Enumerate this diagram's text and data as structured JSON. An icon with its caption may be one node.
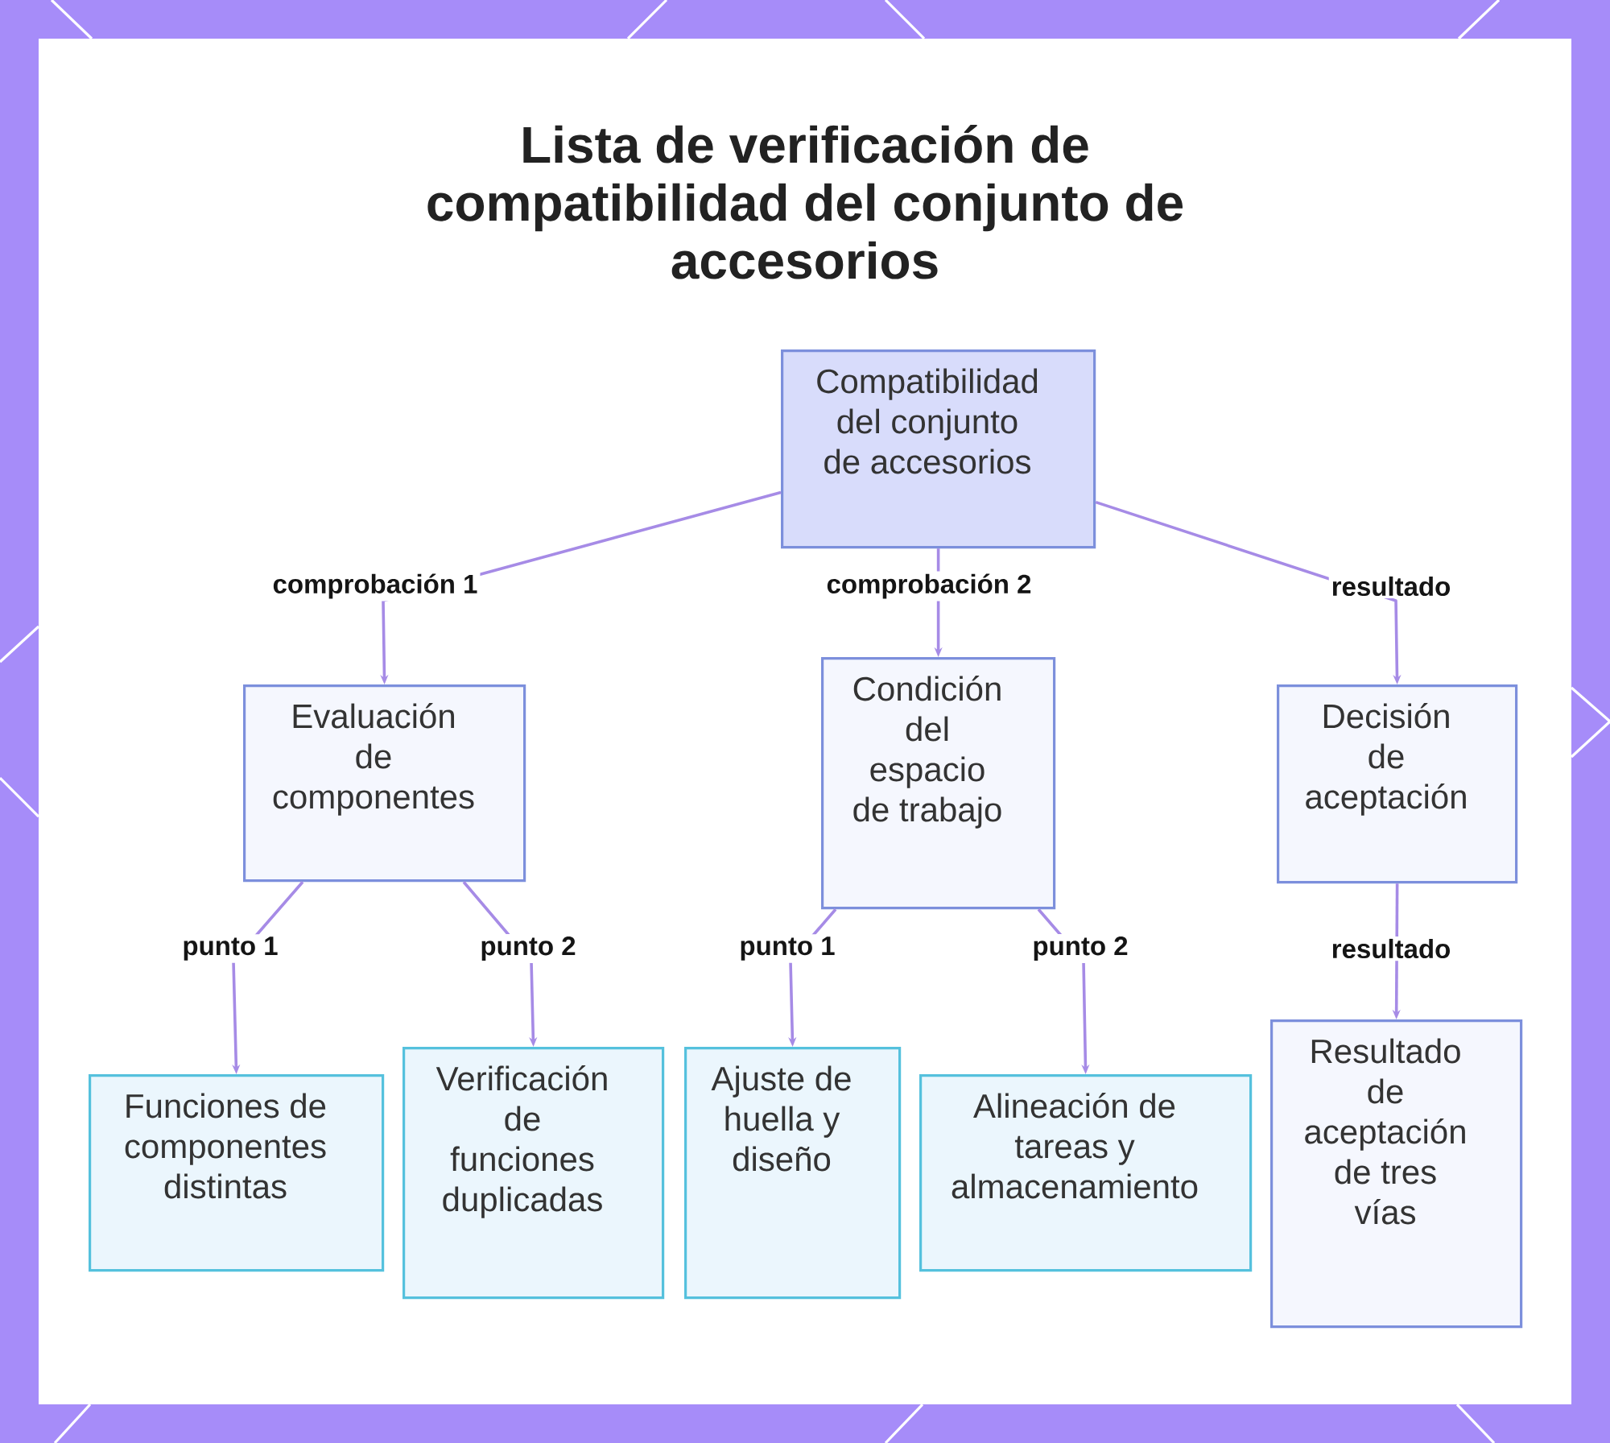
{
  "diagram": {
    "title": "Lista de verificación de compatibilidad del conjunto de accesorios",
    "nodes": [
      {
        "text": [
          "Compatibilidad del conjunto de accesorios"
        ]
      },
      {
        "text": [
          "Evaluación de componentes"
        ]
      },
      {
        "text": [
          "Condición del espacio de trabajo"
        ]
      },
      {
        "text": [
          "Decisión de aceptación"
        ]
      },
      {
        "text": [
          "Funciones de componentes distintas"
        ]
      },
      {
        "text": [
          "Verificación de funciones duplicadas"
        ]
      },
      {
        "text": [
          "Ajuste de huella y diseño"
        ]
      },
      {
        "text": [
          "Alineación de tareas y almacenamiento"
        ]
      },
      {
        "text": [
          "Resultado de aceptación de tres vías"
        ]
      }
    ],
    "edges": [
      {
        "from": 0,
        "to": 1,
        "arrow": "to",
        "label": "comprobación 1"
      },
      {
        "from": 0,
        "to": 2,
        "arrow": "to",
        "label": "comprobación 2"
      },
      {
        "from": 0,
        "to": 3,
        "arrow": "to",
        "label": "resultado"
      },
      {
        "from": 1,
        "to": 4,
        "arrow": "to",
        "label": "punto 1"
      },
      {
        "from": 1,
        "to": 5,
        "arrow": "to",
        "label": "punto 2"
      },
      {
        "from": 2,
        "to": 6,
        "arrow": "to",
        "label": "punto 1"
      },
      {
        "from": 2,
        "to": 7,
        "arrow": "to",
        "label": "punto 2"
      },
      {
        "from": 3,
        "to": 8,
        "arrow": "to",
        "label": "resultado"
      }
    ]
  }
}
